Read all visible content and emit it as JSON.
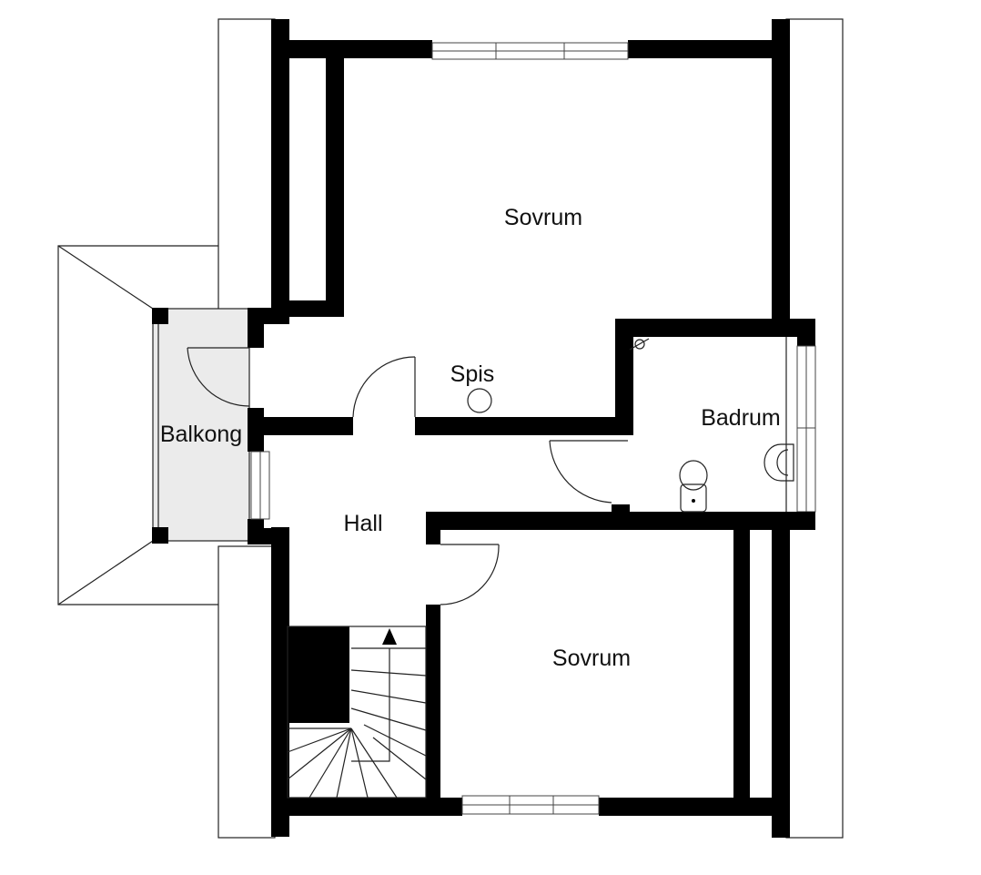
{
  "rooms": {
    "bedroom_top": "Sovrum",
    "bedroom_bottom": "Sovrum",
    "bathroom": "Badrum",
    "hall": "Hall",
    "balcony": "Balkong",
    "stove": "Spis"
  },
  "colors": {
    "wall": "#000000",
    "balcony_fill": "#ebebeb",
    "outline": "#222222",
    "background": "#ffffff"
  },
  "icons": {
    "stair_arrow": "arrow-up-icon",
    "toilet": "toilet-icon",
    "sink": "sink-icon",
    "shower": "shower-head-icon",
    "stove": "stove-circle-icon"
  }
}
